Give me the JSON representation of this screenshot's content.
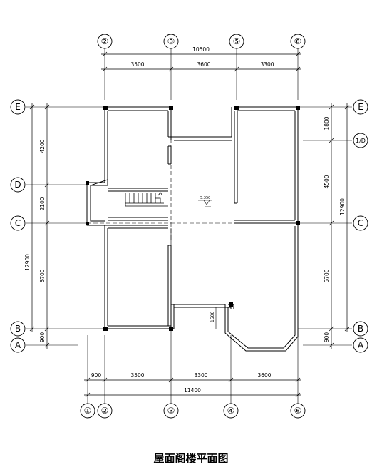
{
  "drawing": {
    "title": "屋面阁楼平面图",
    "level_mark": "5.350",
    "annotation_1500": "1500"
  },
  "axes": {
    "top": [
      "②",
      "③",
      "⑤",
      "⑥"
    ],
    "bottom": [
      "①",
      "②",
      "③",
      "④",
      "⑥"
    ],
    "left": [
      "E",
      "D",
      "C",
      "B",
      "A"
    ],
    "right": [
      "E",
      "1/D",
      "C",
      "B",
      "A"
    ]
  },
  "dimensions": {
    "top_total": "10500",
    "top_segments": [
      "3500",
      "3600",
      "3300"
    ],
    "bottom_segments": [
      "900",
      "3500",
      "3300",
      "3600"
    ],
    "bottom_total": "11400",
    "left_segments": [
      "4200",
      "2100",
      "5700",
      "900"
    ],
    "left_total": "12900",
    "right_segments": [
      "1800",
      "4500",
      "5700",
      "900"
    ],
    "right_total": "12900"
  }
}
